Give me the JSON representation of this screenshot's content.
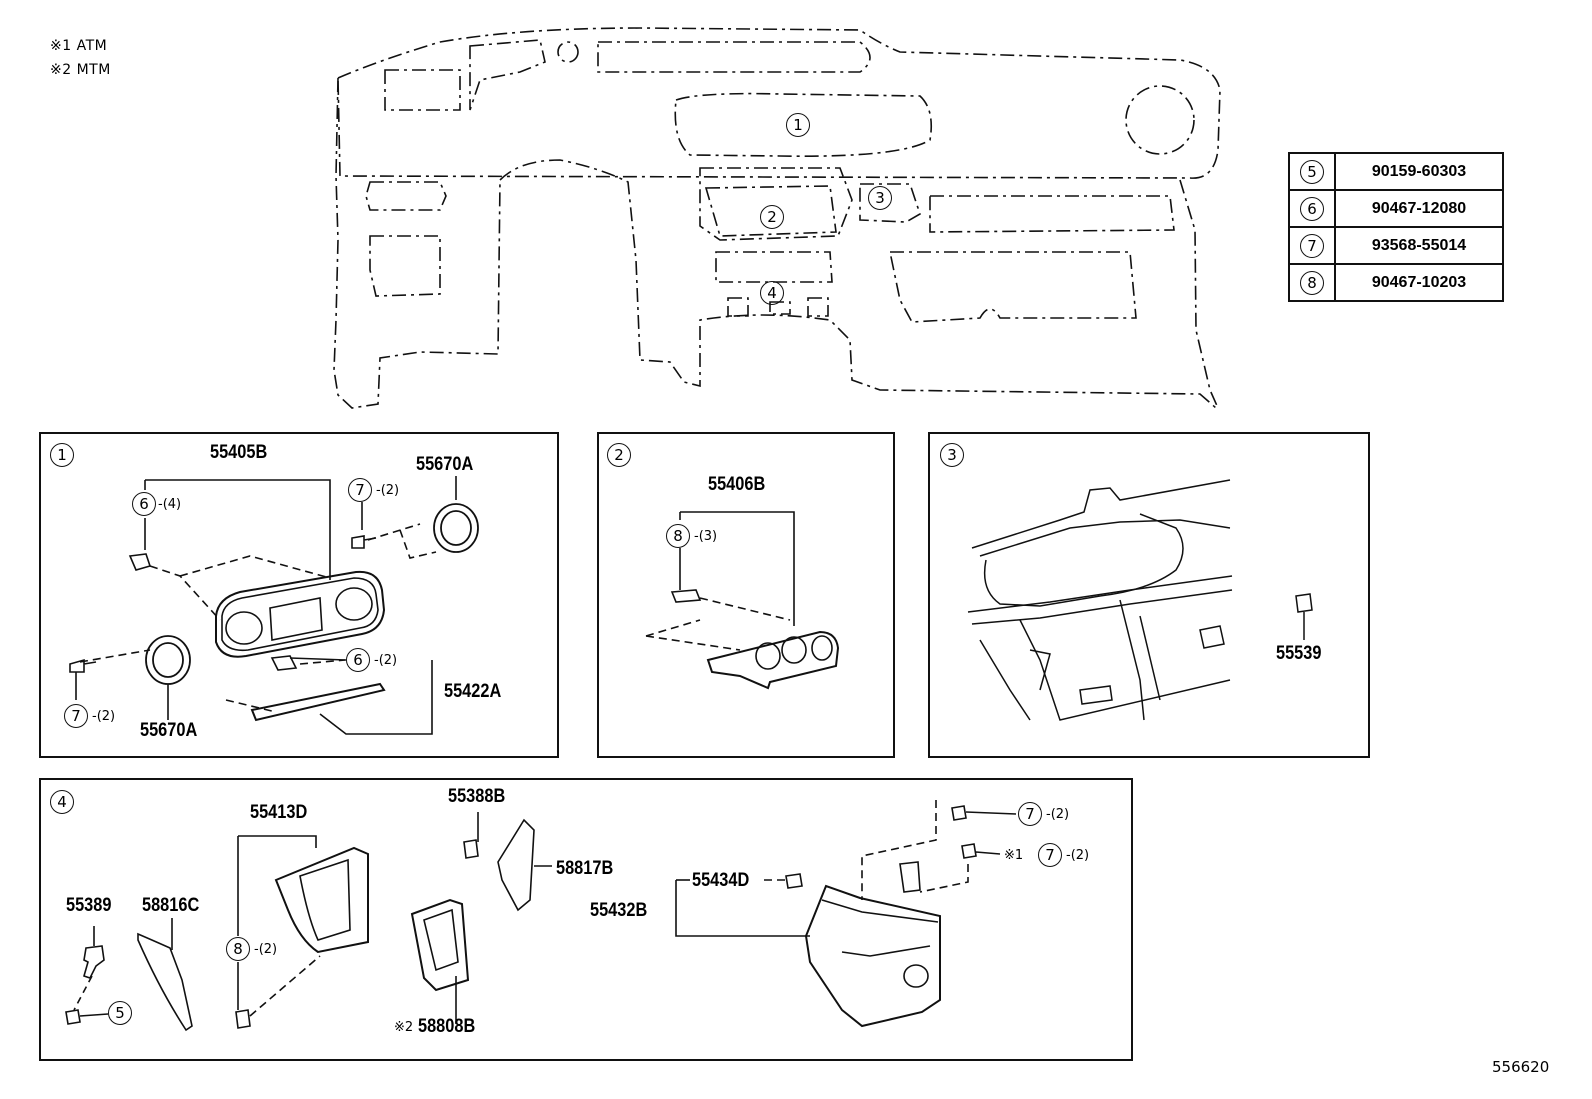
{
  "notes": {
    "n1": "※1 ATM",
    "n2": "※2 MTM"
  },
  "fastener_table": [
    {
      "no": "5",
      "part": "90159-60303"
    },
    {
      "no": "6",
      "part": "90467-12080"
    },
    {
      "no": "7",
      "part": "93568-55014"
    },
    {
      "no": "8",
      "part": "90467-10203"
    }
  ],
  "overview_callouts": [
    "1",
    "2",
    "3",
    "4"
  ],
  "panel1": {
    "index": "1",
    "labels": {
      "p55405b": "55405B",
      "p55670a_top": "55670A",
      "p55670a_bot": "55670A",
      "p55422a": "55422A"
    },
    "callouts": {
      "c6a": "6",
      "q6a": "-(4)",
      "c7a": "7",
      "q7a": "-(2)",
      "c6b": "6",
      "q6b": "-(2)",
      "c7b": "7",
      "q7b": "-(2)"
    }
  },
  "panel2": {
    "index": "2",
    "labels": {
      "p55406b": "55406B"
    },
    "callouts": {
      "c8": "8",
      "q8": "-(3)"
    }
  },
  "panel3": {
    "index": "3",
    "labels": {
      "p55539": "55539"
    }
  },
  "panel4": {
    "index": "4",
    "labels": {
      "p55413d": "55413D",
      "p55388b": "55388B",
      "p58817b": "58817B",
      "p55389": "55389",
      "p58816c": "58816C",
      "p55434d": "55434D",
      "p55432b": "55432B",
      "p58808b": "58808B",
      "p58808b_note": "※2"
    },
    "callouts": {
      "c8": "8",
      "q8": "-(2)",
      "c5": "5",
      "c7a": "7",
      "q7a": "-(2)",
      "c7b": "7",
      "q7b": "-(2)",
      "n7b": "※1"
    }
  },
  "diagram_id": "556620"
}
